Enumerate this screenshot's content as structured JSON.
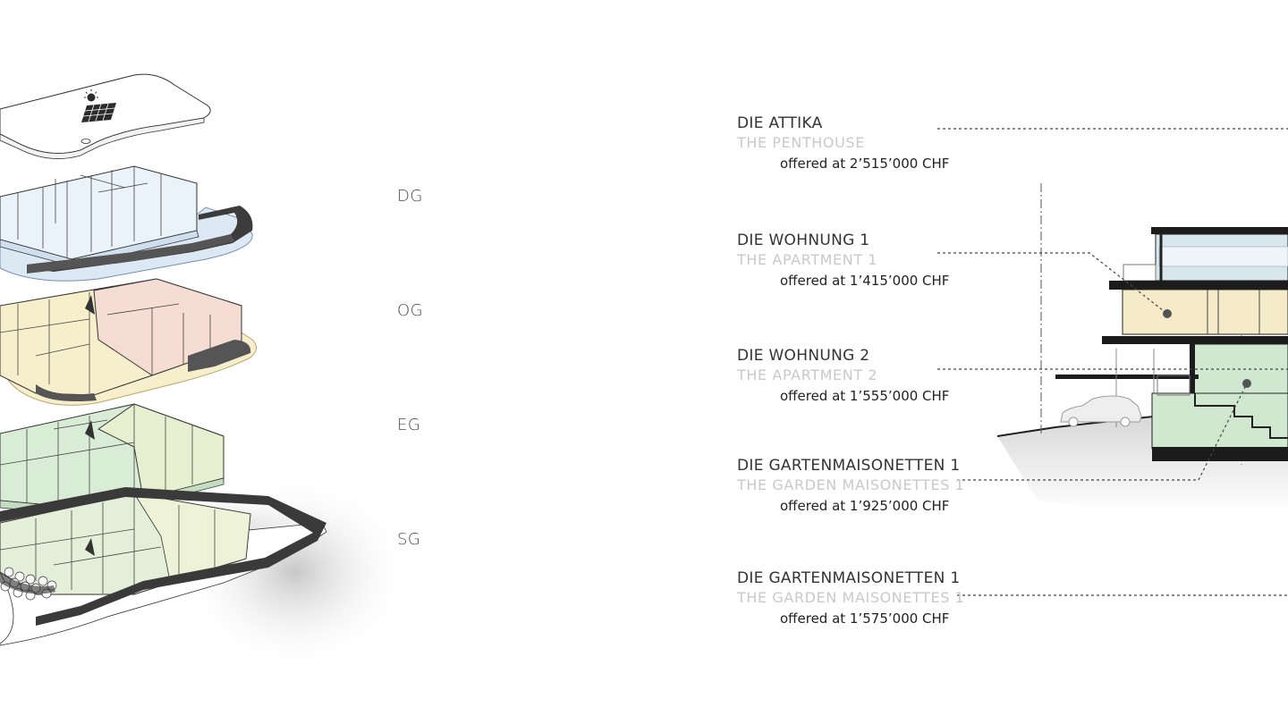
{
  "floor_labels": [
    "DG",
    "OG",
    "EG",
    "SG"
  ],
  "units": [
    {
      "title": "DIE ATTIKA",
      "subtitle": "THE PENTHOUSE",
      "price": "offered at 2’515’000 CHF"
    },
    {
      "title": "DIE WOHNUNG 1",
      "subtitle": "THE APARTMENT 1",
      "price": "offered at 1’415’000 CHF"
    },
    {
      "title": "DIE WOHNUNG 2",
      "subtitle": "THE APARTMENT 2",
      "price": "offered at 1’555’000 CHF"
    },
    {
      "title": "DIE GARTENMAISONETTEN 1",
      "subtitle": "THE GARDEN MAISONETTES 1",
      "price": "offered at 1’925’000 CHF"
    },
    {
      "title": "DIE GARTENMAISONETTEN 1",
      "subtitle": "THE GARDEN MAISONETTES 1",
      "price": "offered at 1’575’000 CHF"
    }
  ],
  "colors": {
    "dg_floor": "#dce9f5",
    "og_floor_a": "#f7eecb",
    "og_floor_b": "#f6ddd3",
    "eg_floor": "#d9ecd6",
    "sg_floor": "#e3efd9",
    "line": "#333333"
  }
}
